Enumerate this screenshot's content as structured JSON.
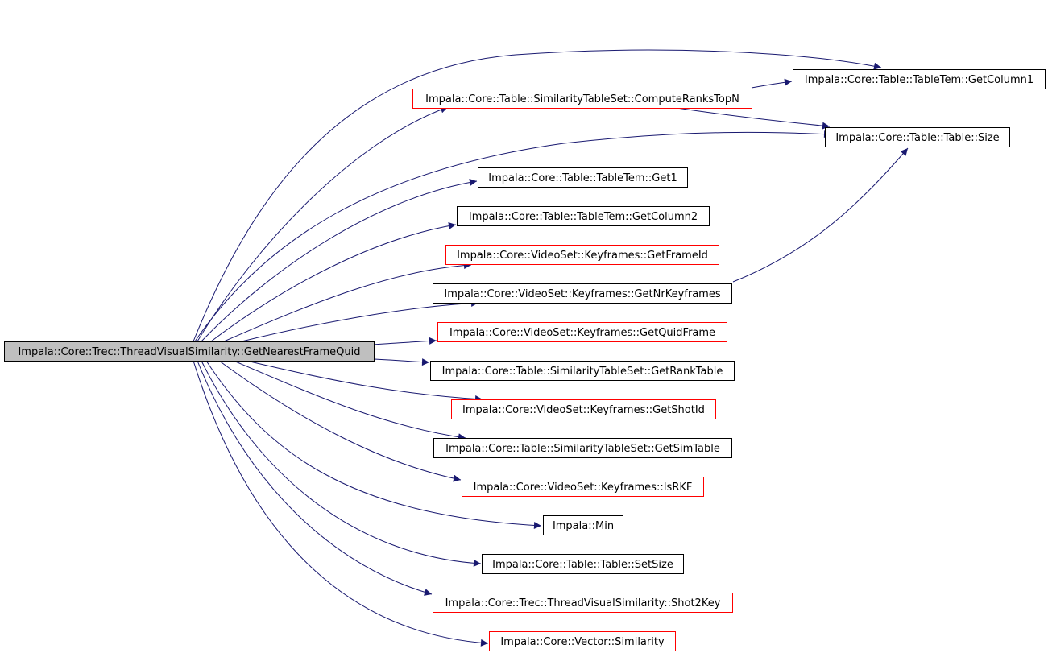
{
  "colors": {
    "edge": "#191970",
    "root_fill": "#bfbfbf",
    "border_black": "#000000",
    "border_red": "#ff0000",
    "background": "#ffffff"
  },
  "graph": {
    "root": {
      "id": "root",
      "label": "Impala::Core::Trec::ThreadVisualSimilarity::GetNearestFrameQuid"
    },
    "nodes": [
      {
        "id": "getcolumn1",
        "label": "Impala::Core::Table::TableTem::GetColumn1",
        "border": "black"
      },
      {
        "id": "computeranks",
        "label": "Impala::Core::Table::SimilarityTableSet::ComputeRanksTopN",
        "border": "red"
      },
      {
        "id": "tablesize",
        "label": "Impala::Core::Table::Table::Size",
        "border": "black"
      },
      {
        "id": "get1",
        "label": "Impala::Core::Table::TableTem::Get1",
        "border": "black"
      },
      {
        "id": "getcolumn2",
        "label": "Impala::Core::Table::TableTem::GetColumn2",
        "border": "black"
      },
      {
        "id": "getframeid",
        "label": "Impala::Core::VideoSet::Keyframes::GetFrameId",
        "border": "red"
      },
      {
        "id": "getnrkeyframes",
        "label": "Impala::Core::VideoSet::Keyframes::GetNrKeyframes",
        "border": "black"
      },
      {
        "id": "getquidframe",
        "label": "Impala::Core::VideoSet::Keyframes::GetQuidFrame",
        "border": "red"
      },
      {
        "id": "getranktable",
        "label": "Impala::Core::Table::SimilarityTableSet::GetRankTable",
        "border": "black"
      },
      {
        "id": "getshotid",
        "label": "Impala::Core::VideoSet::Keyframes::GetShotId",
        "border": "red"
      },
      {
        "id": "getsimtable",
        "label": "Impala::Core::Table::SimilarityTableSet::GetSimTable",
        "border": "black"
      },
      {
        "id": "isrkf",
        "label": "Impala::Core::VideoSet::Keyframes::IsRKF",
        "border": "red"
      },
      {
        "id": "min",
        "label": "Impala::Min",
        "border": "black"
      },
      {
        "id": "setsize",
        "label": "Impala::Core::Table::Table::SetSize",
        "border": "black"
      },
      {
        "id": "shot2key",
        "label": "Impala::Core::Trec::ThreadVisualSimilarity::Shot2Key",
        "border": "red"
      },
      {
        "id": "similarity",
        "label": "Impala::Core::Vector::Similarity",
        "border": "red"
      }
    ],
    "edges": [
      {
        "from": "root",
        "to": "getcolumn1"
      },
      {
        "from": "root",
        "to": "computeranks"
      },
      {
        "from": "root",
        "to": "tablesize"
      },
      {
        "from": "root",
        "to": "get1"
      },
      {
        "from": "root",
        "to": "getcolumn2"
      },
      {
        "from": "root",
        "to": "getframeid"
      },
      {
        "from": "root",
        "to": "getnrkeyframes"
      },
      {
        "from": "root",
        "to": "getquidframe"
      },
      {
        "from": "root",
        "to": "getranktable"
      },
      {
        "from": "root",
        "to": "getshotid"
      },
      {
        "from": "root",
        "to": "getsimtable"
      },
      {
        "from": "root",
        "to": "isrkf"
      },
      {
        "from": "root",
        "to": "min"
      },
      {
        "from": "root",
        "to": "setsize"
      },
      {
        "from": "root",
        "to": "shot2key"
      },
      {
        "from": "root",
        "to": "similarity"
      },
      {
        "from": "computeranks",
        "to": "getcolumn1"
      },
      {
        "from": "computeranks",
        "to": "tablesize"
      },
      {
        "from": "getnrkeyframes",
        "to": "tablesize"
      }
    ]
  }
}
